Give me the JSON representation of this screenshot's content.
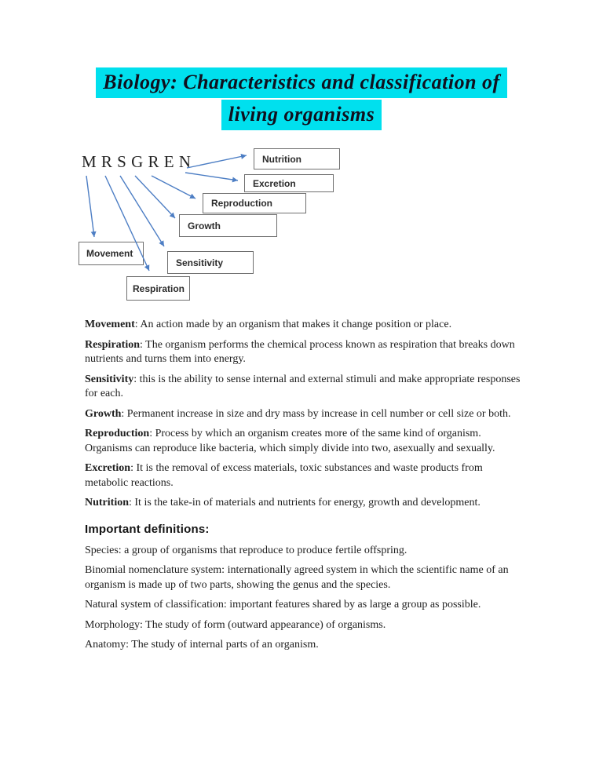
{
  "title": {
    "line1": "Biology: Characteristics and classification of",
    "line2": "living organisms"
  },
  "diagram": {
    "acronym": "M R S G R E N",
    "boxes": {
      "nutrition": "Nutrition",
      "excretion": "Excretion",
      "reproduction": "Reproduction",
      "growth": "Growth",
      "movement": "Movement",
      "sensitivity": "Sensitivity",
      "respiration": "Respiration"
    }
  },
  "definitions": [
    {
      "term": "Movement",
      "text": ": An action made by an organism that makes it change position or place."
    },
    {
      "term": "Respiration",
      "text": ": The organism performs the chemical process known as respiration that breaks down nutrients and turns them into energy."
    },
    {
      "term": "Sensitivity",
      "text": ": this is the ability to sense internal and external stimuli and make appropriate responses for each."
    },
    {
      "term": "Growth",
      "text": ": Permanent increase in size and dry mass by increase in cell number or cell size or both."
    },
    {
      "term": "Reproduction",
      "text": ": Process by which an organism creates more of the same kind of organism. Organisms can reproduce like bacteria, which simply divide into two, asexually and sexually."
    },
    {
      "term": "Excretion",
      "text": ": It is the removal of excess materials, toxic substances and waste products from metabolic reactions."
    },
    {
      "term": "Nutrition",
      "text": ": It is the take-in of materials and nutrients for energy, growth and development."
    }
  ],
  "important_definitions": {
    "heading": "Important definitions:",
    "items": [
      "Species: a group of organisms that reproduce to produce fertile offspring.",
      "Binomial nomenclature system: internationally agreed system in which the scientific name of an organism is made up of two parts, showing the genus and the species.",
      "Natural system of classification: important features shared by as large a group as possible.",
      "Morphology: The study of form (outward appearance) of organisms.",
      "Anatomy: The study of internal parts of an organism."
    ]
  },
  "colors": {
    "highlight": "#00e0ee",
    "arrow": "#4d7ec4",
    "box_border": "#6f6f6f"
  }
}
